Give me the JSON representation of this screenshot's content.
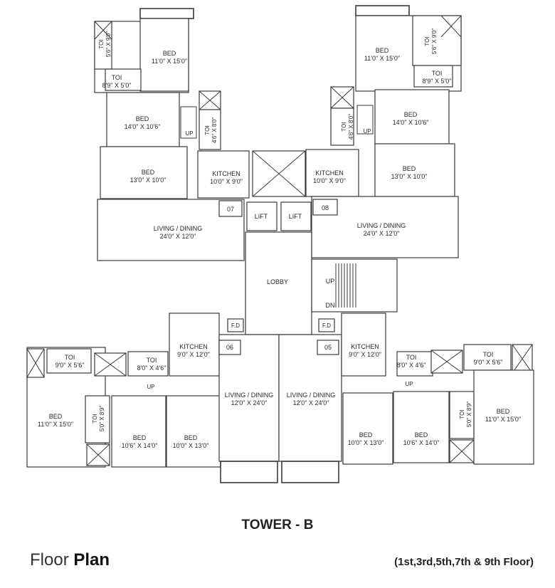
{
  "tower_title": "TOWER - B",
  "caption_light": "Floor",
  "caption_bold": "Plan",
  "floors_note": "(1st,3rd,5th,7th & 9th Floor)",
  "rooms": [
    {
      "id": "tl-toi-a",
      "lines": [
        "TOI",
        "5'6\" X 9'0\""
      ],
      "vertical": true
    },
    {
      "id": "tl-bed-a",
      "lines": [
        "BED",
        "11'0\" X 15'0\""
      ]
    },
    {
      "id": "tl-toi-b",
      "lines": [
        "TOI",
        "8'9\" X 5'0\""
      ]
    },
    {
      "id": "tl-bed-b",
      "lines": [
        "BED",
        "14'0\" X 10'6\""
      ]
    },
    {
      "id": "tl-toi-c",
      "lines": [
        "TOI",
        "4'6\" X 8'0\""
      ],
      "vertical": true
    },
    {
      "id": "tl-bed-c",
      "lines": [
        "BED",
        "13'0\" X 10'0\""
      ]
    },
    {
      "id": "tl-kitchen",
      "lines": [
        "KITCHEN",
        "10'0\" X 9'0\""
      ]
    },
    {
      "id": "tl-living",
      "lines": [
        "LIVING / DINING",
        "24'0\" X 12'0\""
      ]
    },
    {
      "id": "tr-toi-a",
      "lines": [
        "TOI",
        "5'6\" X 9'0\""
      ],
      "vertical": true
    },
    {
      "id": "tr-bed-a",
      "lines": [
        "BED",
        "11'0\" X 15'0\""
      ]
    },
    {
      "id": "tr-toi-b",
      "lines": [
        "TOI",
        "8'9\" X 5'0\""
      ]
    },
    {
      "id": "tr-bed-b",
      "lines": [
        "BED",
        "14'0\" X 10'6\""
      ]
    },
    {
      "id": "tr-toi-c",
      "lines": [
        "TOI",
        "4'6\" X 8'0\""
      ],
      "vertical": true
    },
    {
      "id": "tr-bed-c",
      "lines": [
        "BED",
        "13'0\" X 10'0\""
      ]
    },
    {
      "id": "tr-kitchen",
      "lines": [
        "KITCHEN",
        "10'0\" X 9'0\""
      ]
    },
    {
      "id": "tr-living",
      "lines": [
        "LIVING / DINING",
        "24'0\" X 12'0\""
      ]
    },
    {
      "id": "bl-toi-a",
      "lines": [
        "TOI",
        "9'0\" X 5'6\""
      ]
    },
    {
      "id": "bl-toi-b",
      "lines": [
        "TOI",
        "8'0\" X 4'6\""
      ]
    },
    {
      "id": "bl-kitchen",
      "lines": [
        "KITCHEN",
        "9'0\" X 12'0\""
      ]
    },
    {
      "id": "bl-bed-a",
      "lines": [
        "BED",
        "11'0\" X 15'0\""
      ]
    },
    {
      "id": "bl-toi-c",
      "lines": [
        "TOI",
        "5'0\" X 8'9\""
      ],
      "vertical": true
    },
    {
      "id": "bl-bed-b",
      "lines": [
        "BED",
        "10'6\" X 14'0\""
      ]
    },
    {
      "id": "bl-bed-c",
      "lines": [
        "BED",
        "10'0\" X 13'0\""
      ]
    },
    {
      "id": "bl-living",
      "lines": [
        "LIVING / DINING",
        "12'0\" X 24'0\""
      ]
    },
    {
      "id": "br-living",
      "lines": [
        "LIVING / DINING",
        "12'0\" X 24'0\""
      ]
    },
    {
      "id": "br-kitchen",
      "lines": [
        "KITCHEN",
        "9'0\" X 12'0\""
      ]
    },
    {
      "id": "br-toi-b",
      "lines": [
        "TOI",
        "8'0\" X 4'6\""
      ]
    },
    {
      "id": "br-toi-a",
      "lines": [
        "TOI",
        "9'0\" X 5'6\""
      ]
    },
    {
      "id": "br-bed-c",
      "lines": [
        "BED",
        "10'0\" X 13'0\""
      ]
    },
    {
      "id": "br-bed-b",
      "lines": [
        "BED",
        "10'6\" X 14'0\""
      ]
    },
    {
      "id": "br-toi-c",
      "lines": [
        "TOI",
        "5'0\" X 8'9\""
      ],
      "vertical": true
    },
    {
      "id": "br-bed-a",
      "lines": [
        "BED",
        "11'0\" X 15'0\""
      ]
    }
  ],
  "core": {
    "lift_left": "LIFT",
    "lift_right": "LIFT",
    "lobby": "LOBBY",
    "stair_up": "UP",
    "stair_dn": "DN",
    "fd_left": "F.D",
    "fd_right": "F.D"
  },
  "unit_numbers": [
    "07",
    "08",
    "06",
    "05"
  ],
  "up_markers": [
    "UP",
    "UP",
    "UP",
    "UP"
  ]
}
